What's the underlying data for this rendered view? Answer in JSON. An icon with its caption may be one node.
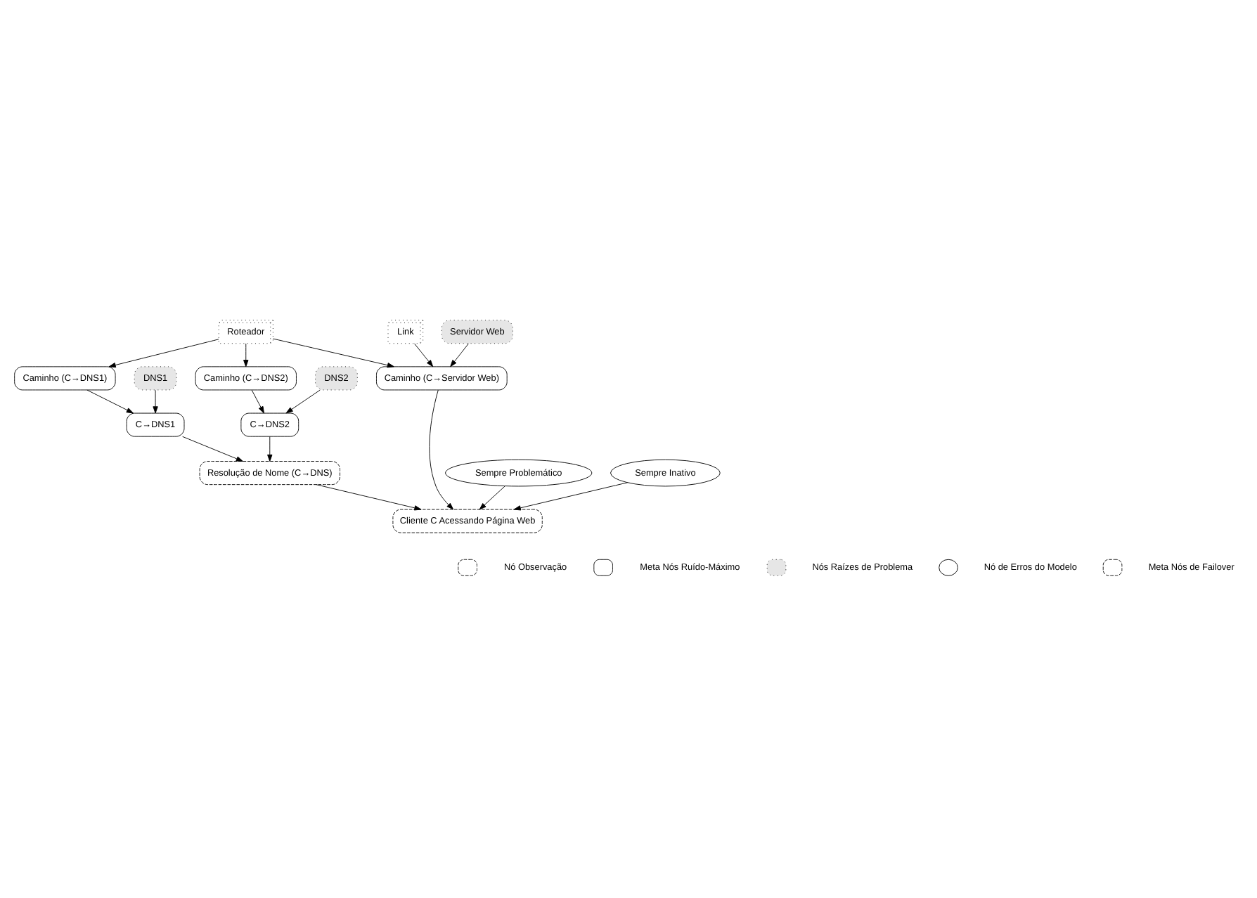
{
  "diagram": {
    "nodes": [
      {
        "text": [
          "Roteador"
        ]
      },
      {
        "text": [
          "Link"
        ]
      },
      {
        "text": [
          "Caminho (C→DNS1)"
        ]
      },
      {
        "text": [
          "Caminho (C→DNS2)"
        ]
      },
      {
        "text": [
          "Servidor Web"
        ]
      },
      {
        "text": [
          "DNS1"
        ]
      },
      {
        "text": [
          "DNS2"
        ]
      },
      {
        "text": [
          "C→DNS1"
        ]
      },
      {
        "text": [
          "C→DNS2"
        ]
      },
      {
        "text": [
          "Caminho (C→Servidor Web)"
        ]
      },
      {
        "text": [
          "Resolução de Nome (C→DNS)"
        ]
      },
      {
        "text": [
          "Sempre Problemático"
        ]
      },
      {
        "text": [
          "Cliente C Acessando Página Web"
        ]
      },
      {
        "text": [
          "Sempre Inativo"
        ]
      }
    ],
    "edges": [
      {
        "from": 0,
        "to": 2,
        "arrow": "to"
      },
      {
        "from": 0,
        "to": 3,
        "arrow": "to"
      },
      {
        "from": 0,
        "to": 9,
        "arrow": "to"
      },
      {
        "from": 1,
        "to": 9,
        "arrow": "to"
      },
      {
        "from": 4,
        "to": 9,
        "arrow": "to"
      },
      {
        "from": 2,
        "to": 7,
        "arrow": "to"
      },
      {
        "from": 3,
        "to": 8,
        "arrow": "to"
      },
      {
        "from": 5,
        "to": 7,
        "arrow": "to"
      },
      {
        "from": 6,
        "to": 8,
        "arrow": "to"
      },
      {
        "from": 7,
        "to": 10,
        "arrow": "to"
      },
      {
        "from": 8,
        "to": 10,
        "arrow": "to"
      },
      {
        "from": 9,
        "to": 12,
        "arrow": "to"
      },
      {
        "from": 10,
        "to": 12,
        "arrow": "to"
      },
      {
        "from": 11,
        "to": 12,
        "arrow": "to"
      },
      {
        "from": 13,
        "to": 12,
        "arrow": "to"
      }
    ],
    "legend": [
      {
        "text": "Nó Observação"
      },
      {
        "text": "Meta Nós Ruído-Máximo"
      },
      {
        "text": "Nós Raízes de Problema",
        "color": "#e6e6e6"
      },
      {
        "text": "Nó de Erros do Modelo"
      },
      {
        "text": "Meta Nós de Failover"
      }
    ]
  }
}
